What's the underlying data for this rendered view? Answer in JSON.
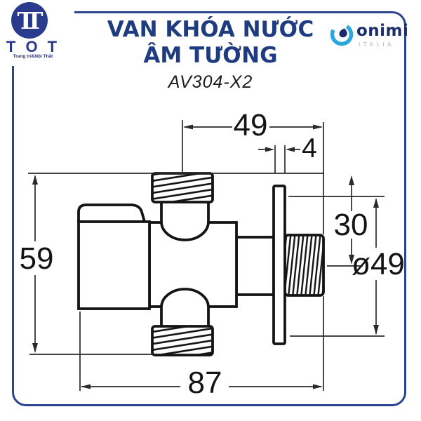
{
  "brand": {
    "monogram": "TT",
    "name": "T O T",
    "tagline": "Trang trí&Nội Thất"
  },
  "header": {
    "title_line1": "VAN KHÓA NƯỚC",
    "title_line2": "ÂM TƯỜNG",
    "model": "AV304-X2"
  },
  "partner_logo": {
    "name": "onimi",
    "country": "ITALIA"
  },
  "drawing": {
    "type": "technical-dimension-drawing",
    "dimensions": {
      "top_width": "49",
      "flange_thickness": "4",
      "center_offset": "30",
      "flange_diameter": "ø49",
      "body_height": "59",
      "total_length": "87"
    }
  },
  "colors": {
    "title_navy": "#1f3c80",
    "border_blue": "#2b4590",
    "logo_navy": "#2a3a8c",
    "onimi_light_blue": "#29a8e0",
    "italia_gray": "#9fb3c8",
    "line_black": "#141414"
  }
}
